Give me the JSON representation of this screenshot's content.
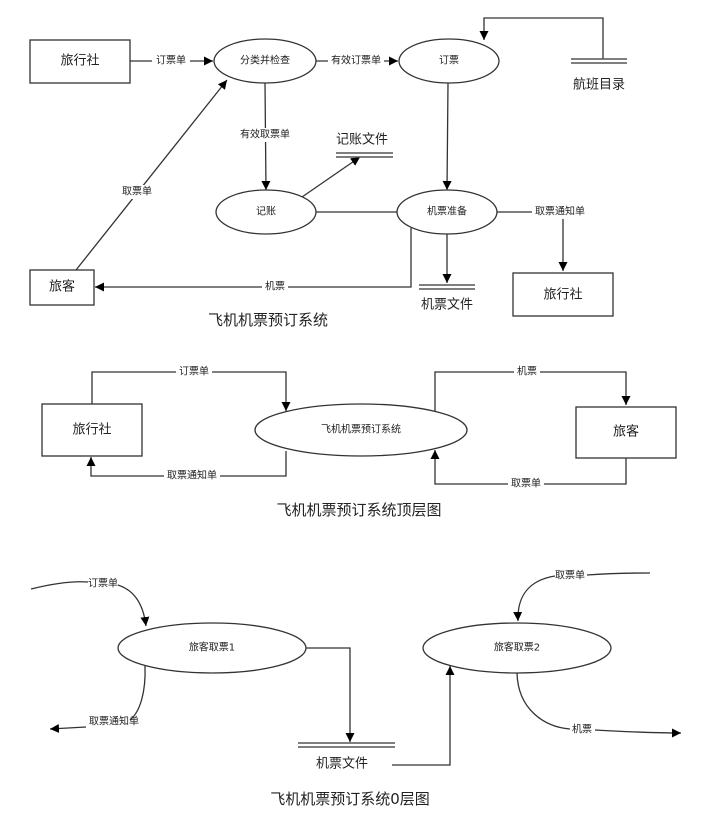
{
  "diagram1": {
    "caption": "飞机机票预订系统",
    "entities": {
      "travel_agency_top": "旅行社",
      "passenger": "旅客",
      "travel_agency_bottom": "旅行社"
    },
    "processes": {
      "classify_check": "分类并检查",
      "booking": "订票",
      "accounting": "记账",
      "ticket_prep": "机票准备"
    },
    "stores": {
      "flight_catalog": "航班目录",
      "accounting_file": "记账文件",
      "ticket_file": "机票文件"
    },
    "flows": {
      "order_form": "订票单",
      "valid_order": "有效订票单",
      "valid_cancel": "有效取票单",
      "cancel_form": "取票单",
      "ticket": "机票",
      "cancel_notice": "取票通知单"
    }
  },
  "diagram2": {
    "caption": "飞机机票预订系统顶层图",
    "entities": {
      "travel_agency": "旅行社",
      "passenger": "旅客"
    },
    "process": "飞机机票预订系统",
    "flows": {
      "order_form": "订票单",
      "cancel_notice": "取票通知单",
      "ticket": "机票",
      "cancel_form": "取票单"
    }
  },
  "diagram3": {
    "caption": "飞机机票预订系统0层图",
    "processes": {
      "p1": "旅客取票1",
      "p2": "旅客取票2"
    },
    "store": "机票文件",
    "flows": {
      "order_form": "订票单",
      "cancel_notice": "取票通知单",
      "cancel_form": "取票单",
      "ticket": "机票"
    }
  }
}
